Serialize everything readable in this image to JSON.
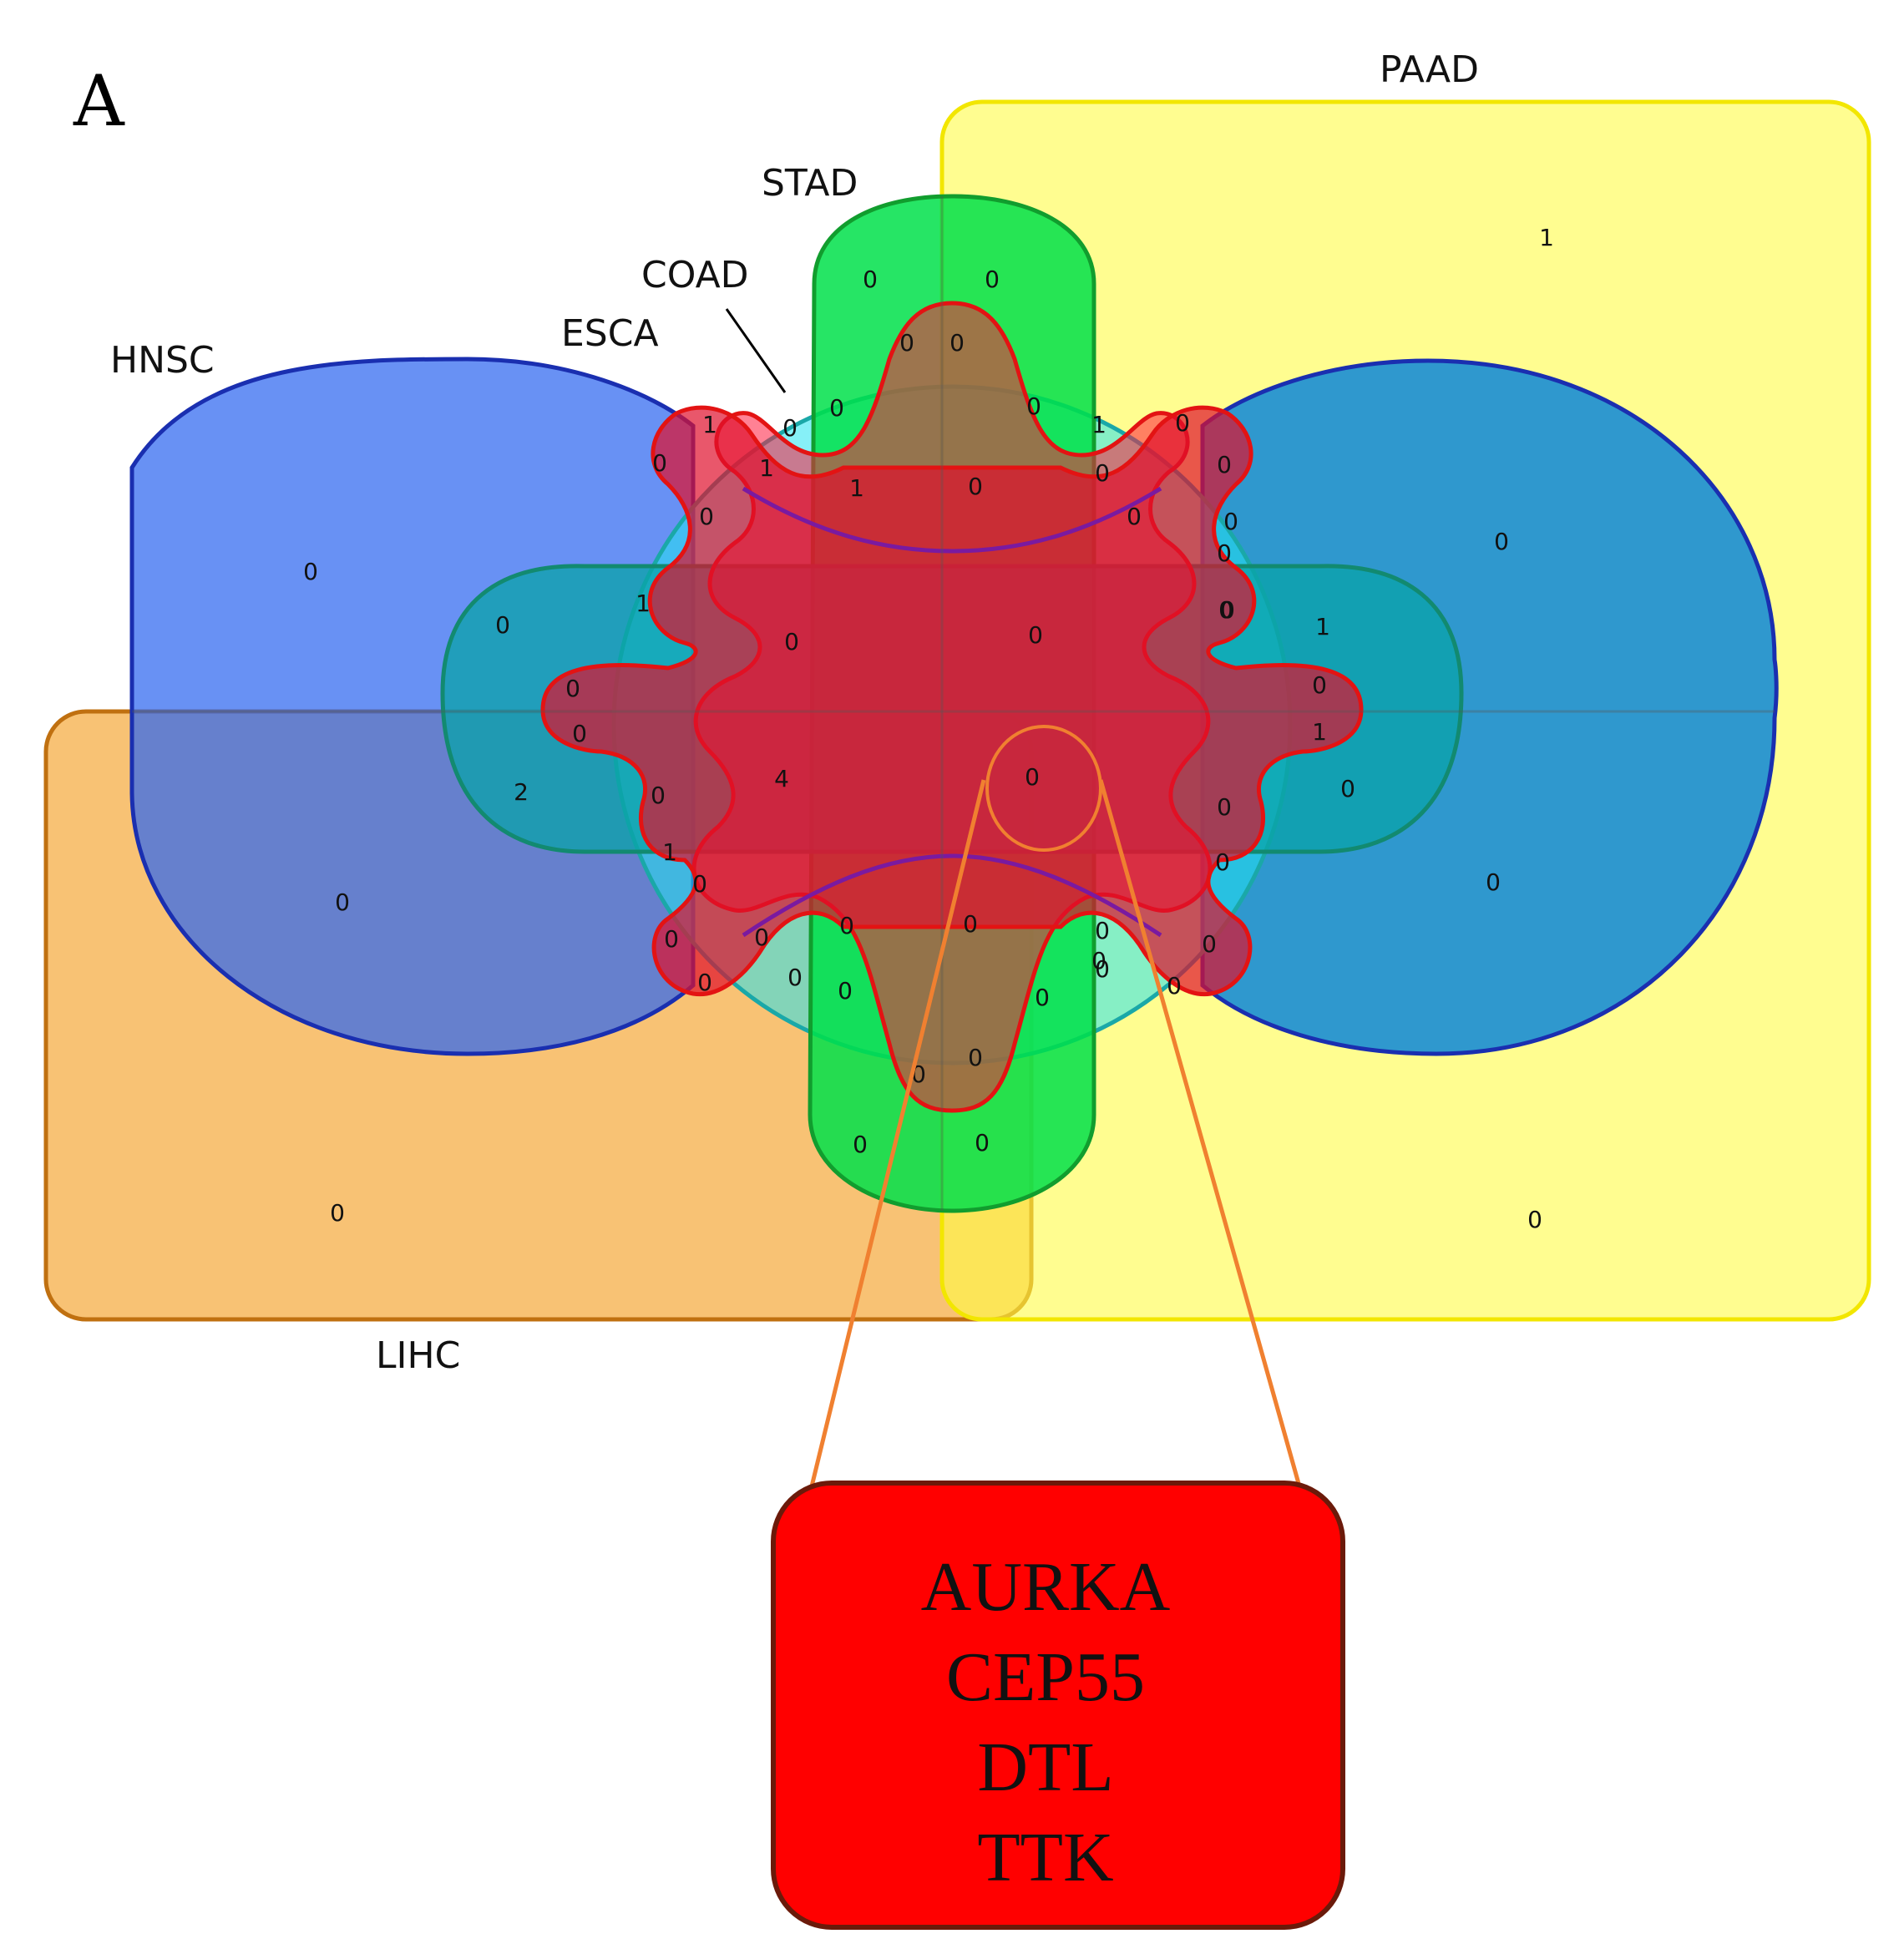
{
  "panel_label": "A",
  "sets": [
    {
      "id": "paad",
      "label": "PAAD",
      "color": "#fffb46",
      "stroke": "#f2e600"
    },
    {
      "id": "stad",
      "label": "STAD",
      "color": "#00e04a",
      "stroke": "#119d2e"
    },
    {
      "id": "coad",
      "label": "COAD",
      "color": "#22e4f0",
      "stroke": "#1aa8a8"
    },
    {
      "id": "esca",
      "label": "ESCA",
      "color": "#ff1a3c",
      "stroke": "#e31313"
    },
    {
      "id": "hnsc",
      "label": "HNSC",
      "color": "#2e66f0",
      "stroke": "#1a2fb0"
    },
    {
      "id": "lihc",
      "label": "LIHC",
      "color": "#f5a12a",
      "stroke": "#c07010"
    }
  ],
  "region_counts": [
    {
      "id": "paad-only",
      "value": "1"
    },
    {
      "id": "stad-top-l",
      "value": "0"
    },
    {
      "id": "stad-top-r",
      "value": "0"
    },
    {
      "id": "stad-in-l",
      "value": "0"
    },
    {
      "id": "stad-in-r",
      "value": "0"
    },
    {
      "id": "hnsc-top",
      "value": "0"
    },
    {
      "id": "hnsc-bot",
      "value": "0"
    },
    {
      "id": "lihc-only",
      "value": "0"
    },
    {
      "id": "paad-lihc",
      "value": "0"
    },
    {
      "id": "paad-hnsc-top",
      "value": "0"
    },
    {
      "id": "paad-hnsc-bot",
      "value": "0"
    },
    {
      "id": "r12",
      "value": "1"
    },
    {
      "id": "r13",
      "value": "0"
    },
    {
      "id": "r14",
      "value": "0"
    },
    {
      "id": "r15",
      "value": "1"
    },
    {
      "id": "r16",
      "value": "0"
    },
    {
      "id": "r17",
      "value": "0"
    },
    {
      "id": "r18",
      "value": "1"
    },
    {
      "id": "r19",
      "value": "0"
    },
    {
      "id": "r20",
      "value": "0"
    },
    {
      "id": "r21",
      "value": "1"
    },
    {
      "id": "r22",
      "value": "0"
    },
    {
      "id": "r23",
      "value": "0"
    },
    {
      "id": "r24",
      "value": "0"
    },
    {
      "id": "r25",
      "value": "0"
    },
    {
      "id": "r26",
      "value": "0"
    },
    {
      "id": "r27",
      "value": "0"
    },
    {
      "id": "r28",
      "value": "1"
    },
    {
      "id": "r29",
      "value": "0"
    },
    {
      "id": "r30",
      "value": "0"
    },
    {
      "id": "r31",
      "value": "0"
    },
    {
      "id": "r32",
      "value": "0"
    },
    {
      "id": "r33",
      "value": "2"
    },
    {
      "id": "core",
      "value": "4"
    },
    {
      "id": "r35",
      "value": "0"
    },
    {
      "id": "r36",
      "value": "0"
    },
    {
      "id": "r37",
      "value": "1"
    },
    {
      "id": "r38",
      "value": "0"
    },
    {
      "id": "r39",
      "value": "0"
    },
    {
      "id": "r40",
      "value": "1"
    },
    {
      "id": "r41",
      "value": "0"
    },
    {
      "id": "r42",
      "value": "1"
    },
    {
      "id": "r43",
      "value": "0"
    },
    {
      "id": "r44",
      "value": "0"
    },
    {
      "id": "r45",
      "value": "0"
    },
    {
      "id": "r46",
      "value": "0"
    },
    {
      "id": "r47",
      "value": "0"
    },
    {
      "id": "r48",
      "value": "0"
    },
    {
      "id": "r49",
      "value": "0"
    },
    {
      "id": "r50",
      "value": "0"
    },
    {
      "id": "r51",
      "value": "0"
    },
    {
      "id": "r52",
      "value": "0"
    },
    {
      "id": "r53",
      "value": "0"
    },
    {
      "id": "r54",
      "value": "0"
    },
    {
      "id": "r55",
      "value": "0"
    },
    {
      "id": "r56",
      "value": "0"
    },
    {
      "id": "r57",
      "value": "0"
    },
    {
      "id": "r58",
      "value": "0"
    },
    {
      "id": "r59",
      "value": "0"
    },
    {
      "id": "r60",
      "value": "0"
    },
    {
      "id": "r61",
      "value": "0"
    },
    {
      "id": "r62",
      "value": "0"
    },
    {
      "id": "r63",
      "value": "0"
    },
    {
      "id": "r64",
      "value": "0"
    }
  ],
  "callout": {
    "genes": [
      "AURKA",
      "CEP55",
      "DTL",
      "TTK"
    ],
    "box_color": "#ff0000",
    "line_color": "#f08030"
  }
}
